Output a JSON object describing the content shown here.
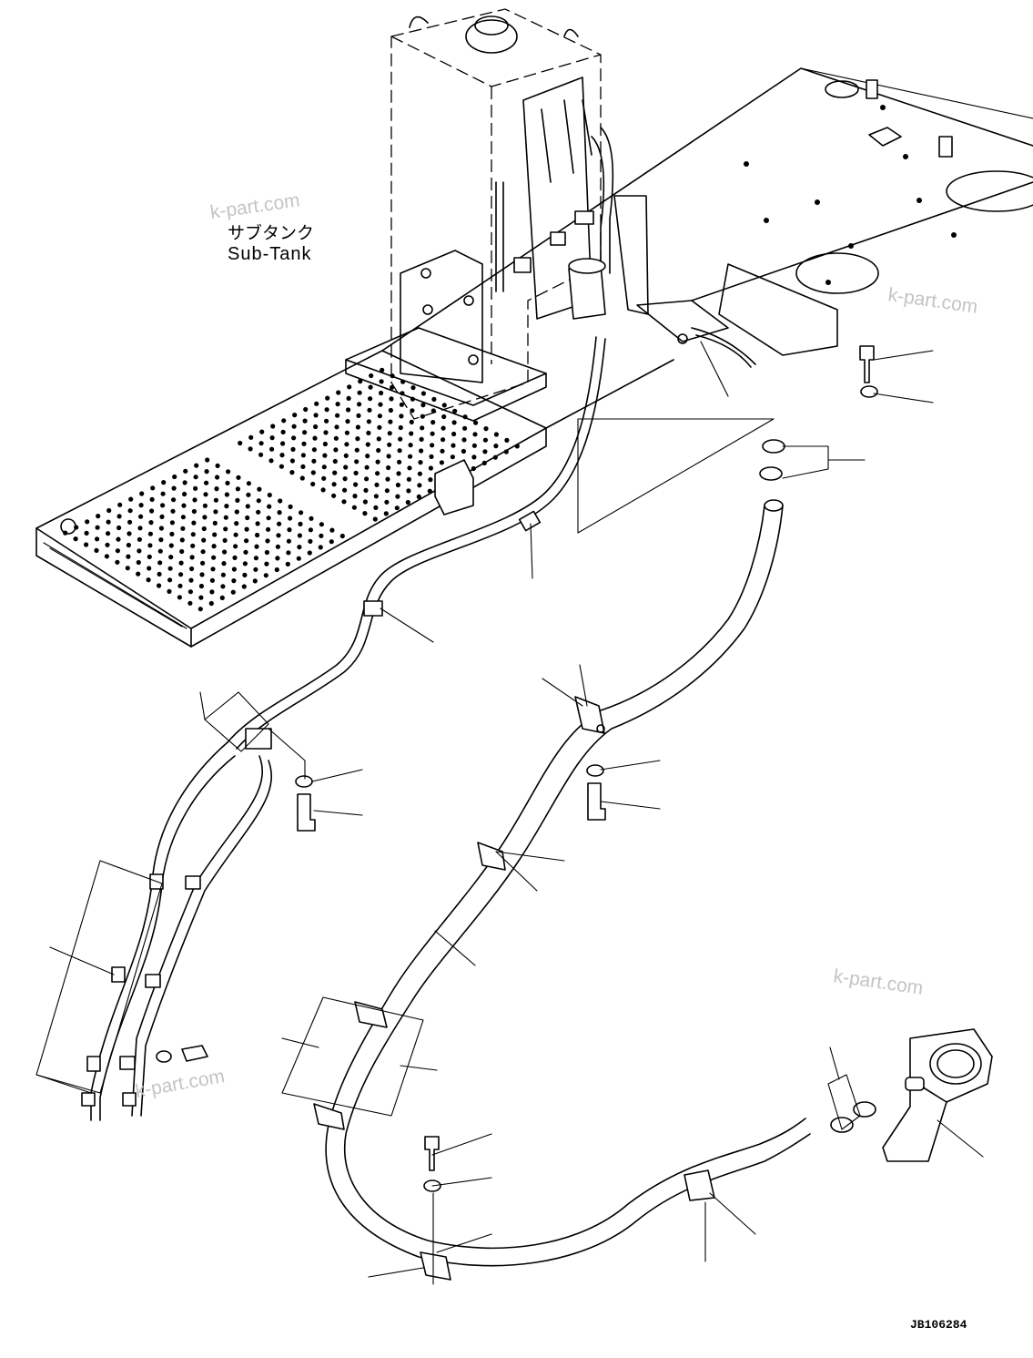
{
  "labels": {
    "sub_tank_jp": "サブタンク",
    "sub_tank_en": "Sub-Tank"
  },
  "drawing_code": "JB106284",
  "watermarks": [
    "k-part.com",
    "k-part.com",
    "k-part.com",
    "k-part.com"
  ]
}
